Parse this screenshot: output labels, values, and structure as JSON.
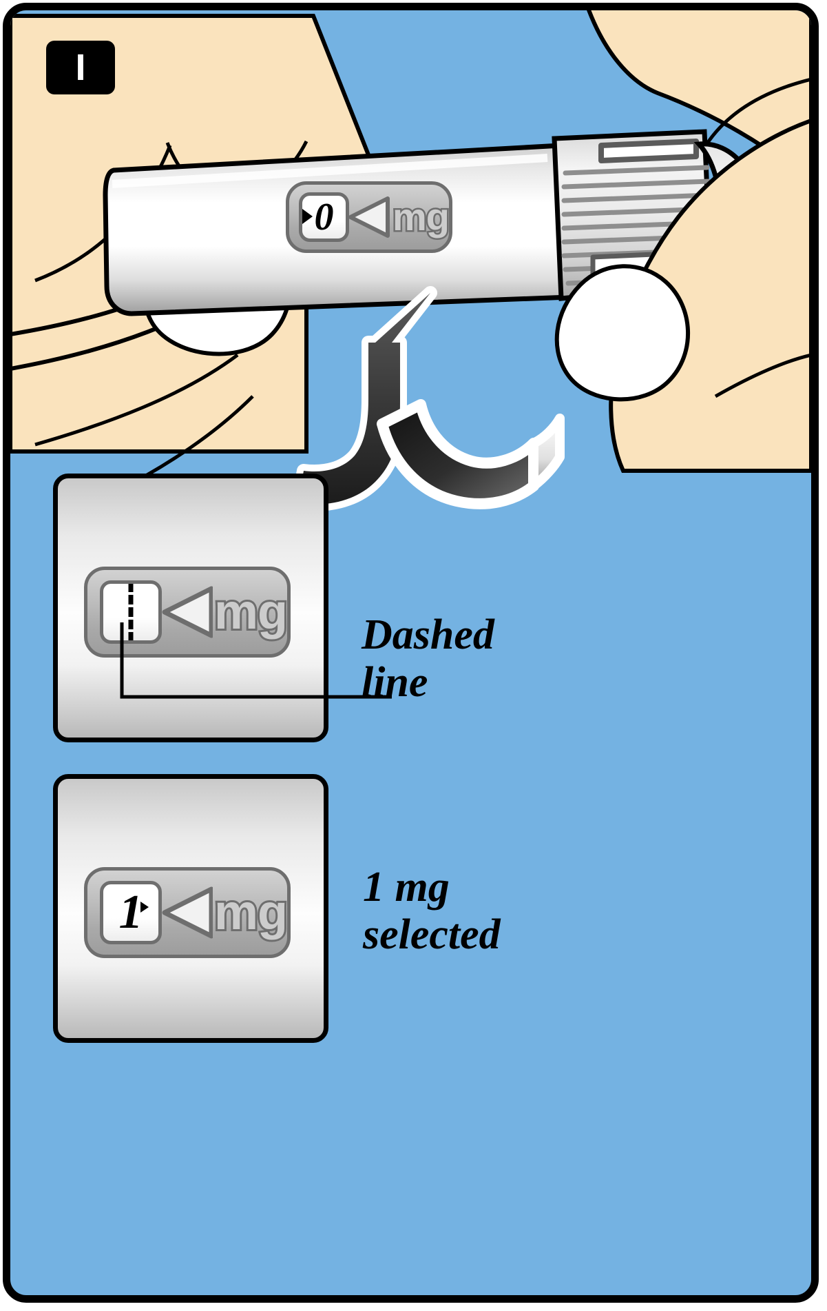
{
  "panel": {
    "background_color": "#74b2e2",
    "border_color": "#000000"
  },
  "step": {
    "badge_label": "I",
    "badge_bg": "#000000",
    "badge_fg": "#ffffff"
  },
  "device": {
    "name": "injection-pen",
    "skin_color": "#fae3bd",
    "body_color": "#ffffff",
    "dial_color": "#8a8a8a",
    "dose_display": {
      "value": "0",
      "unit": "mg",
      "unit_color": "#cccccc",
      "marker": "left-pointing-triangle"
    },
    "action_arrow": {
      "name": "rotate-dial-arrow",
      "direction": "up-curved",
      "fill_start": "#ffffff",
      "fill_end": "#3a3a3a"
    }
  },
  "insets": [
    {
      "id": "dashed-line-inset",
      "dose_display": {
        "value": "",
        "unit": "mg",
        "marker": "left-pointing-triangle",
        "has_dashed_line": true
      },
      "callout": "Dashed\nline"
    },
    {
      "id": "one-mg-selected-inset",
      "dose_display": {
        "value": "1",
        "unit": "mg",
        "marker": "left-pointing-triangle",
        "has_dashed_line": false
      },
      "callout": "1 mg\nselected"
    }
  ]
}
